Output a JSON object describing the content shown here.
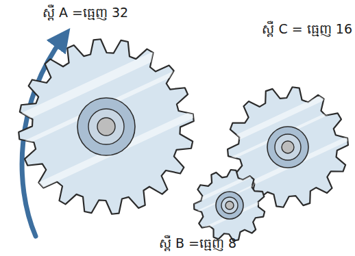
{
  "diagram": {
    "labels": [
      "ស្ពឺ A =ធ្មេញ 32",
      "ស្ពឺ C = ធ្មេញ 16",
      "ស្ពឺ B =ធ្មេញ 8"
    ]
  }
}
